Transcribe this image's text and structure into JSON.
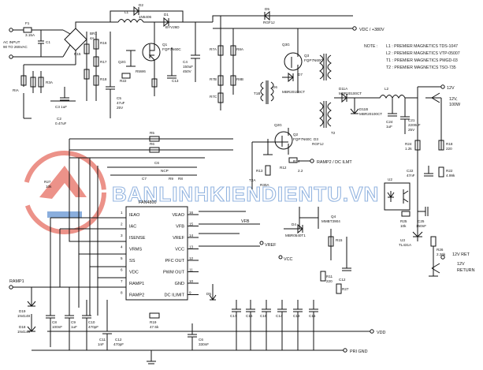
{
  "watermark": {
    "text": "BANLINHKIENDIENTU.VN",
    "color": "#3d79c7",
    "logo_color": "#e04a3b"
  },
  "ic": {
    "name": "FAN4800",
    "left_pins": [
      {
        "num": "1",
        "name": "IEAO"
      },
      {
        "num": "2",
        "name": "IAC"
      },
      {
        "num": "3",
        "name": "ISENSE"
      },
      {
        "num": "4",
        "name": "VRMS"
      },
      {
        "num": "5",
        "name": "SS"
      },
      {
        "num": "6",
        "name": "VDC"
      },
      {
        "num": "7",
        "name": "RAMP1"
      },
      {
        "num": "8",
        "name": "RAMP2"
      }
    ],
    "right_pins": [
      {
        "num": "16",
        "name": "VEAO"
      },
      {
        "num": "15",
        "name": "VFB"
      },
      {
        "num": "14",
        "name": "VREF"
      },
      {
        "num": "13",
        "name": "VCC"
      },
      {
        "num": "12",
        "name": "PFC OUT"
      },
      {
        "num": "11",
        "name": "PWM OUT"
      },
      {
        "num": "10",
        "name": "GND"
      },
      {
        "num": "9",
        "name": "DC ILIMIT"
      }
    ]
  },
  "note": {
    "title": "NOTE :",
    "lines": [
      "L1 : PREMIER MAGNETICS TDS-1047",
      "L2 : PREMIER MAGNETICS VTP-05007",
      "T1 : PREMIER MAGNETICS PMGD-03",
      "T2 : PREMIER MAGNETICS TSO-735"
    ]
  },
  "io": {
    "ac_input": "AC INPUT",
    "ac_range": "90 TO 265VAC",
    "vdc": "VDC / +380V",
    "out_12v": "12V",
    "out_12v_load": "12V,",
    "out_power": "100W",
    "ret_12v": "12V RET",
    "return_label": "12V",
    "return_sub": "RETURN",
    "ramp1": "RAMP1",
    "ramp2_dc": "RAMP2 / DC ILMT",
    "vdd": "VDD",
    "pri_gnd": "PRI GND",
    "vfb": "VFB",
    "vref": "VREF",
    "vcc": "VCC"
  },
  "parts": [
    {
      "ref": "F1",
      "val": "3.15A"
    },
    {
      "ref": "C1",
      "val": "0.68uF"
    },
    {
      "ref": "BR1",
      "val": "4A"
    },
    {
      "ref": "L1",
      "val": ""
    },
    {
      "ref": "D2",
      "val": "1N5406"
    },
    {
      "ref": "D1",
      "val": "BYV26D"
    },
    {
      "ref": "Q1",
      "val": "FQP7N60C"
    },
    {
      "ref": "Q2",
      "val": "FQP7N60C"
    },
    {
      "ref": "Q3",
      "val": "FQP7N60C"
    },
    {
      "ref": "D5",
      "val": "RGF1J"
    },
    {
      "ref": "D6",
      "val": "MBR20100CT"
    },
    {
      "ref": "D11A",
      "val": "MBR20100CT"
    },
    {
      "ref": "D11B",
      "val": "MBR20100CT"
    },
    {
      "ref": "L2",
      "val": ""
    },
    {
      "ref": "C4",
      "val": "150uF"
    },
    {
      "ref": "C24",
      "val": "1uF"
    },
    {
      "ref": "C21",
      "val": "2200uF"
    },
    {
      "ref": "R24",
      "val": "1.2k"
    },
    {
      "ref": "R18",
      "val": "220"
    },
    {
      "ref": "R22",
      "val": "4.99k"
    },
    {
      "ref": "C22",
      "val": "47nF"
    },
    {
      "ref": "U3",
      "val": "TL431A"
    },
    {
      "ref": "R25",
      "val": "10k"
    },
    {
      "ref": "C25",
      "val": "150nF"
    },
    {
      "ref": "R26",
      "val": "2.26k"
    },
    {
      "ref": "T1",
      "val": ""
    },
    {
      "ref": "T2",
      "val": ""
    },
    {
      "ref": "Q4",
      "val": "MMBT3904"
    },
    {
      "ref": "D4",
      "val": "MBR0540T1"
    },
    {
      "ref": "R6",
      "val": "220"
    },
    {
      "ref": "R9",
      "val": "1k"
    },
    {
      "ref": "C7",
      "val": "1nF"
    },
    {
      "ref": "R8",
      "val": "27k"
    },
    {
      "ref": "R5",
      "val": "1M"
    },
    {
      "ref": "C6",
      "val": "1uF"
    },
    {
      "ref": "R19",
      "val": "47.5k"
    },
    {
      "ref": "C17",
      "val": "1uF"
    },
    {
      "ref": "C16",
      "val": "10nF"
    },
    {
      "ref": "C14",
      "val": "10nF"
    },
    {
      "ref": "C15",
      "val": "10uF"
    },
    {
      "ref": "C13",
      "val": "1nF"
    },
    {
      "ref": "R11",
      "val": "220"
    },
    {
      "ref": "R27",
      "val": "1k"
    },
    {
      "ref": "D18",
      "val": "1N4148"
    },
    {
      "ref": "D19",
      "val": "1N4148"
    },
    {
      "ref": "C8",
      "val": "100nF"
    },
    {
      "ref": "C9",
      "val": "1uF"
    },
    {
      "ref": "C10",
      "val": "470pF"
    },
    {
      "ref": "C11",
      "val": "1nF"
    },
    {
      "ref": "C12",
      "val": "470pF"
    },
    {
      "ref": "R4",
      "val": "0.2"
    },
    {
      "ref": "C5",
      "val": "47uF"
    },
    {
      "ref": "C3",
      "val": "1uF"
    },
    {
      "ref": "C2",
      "val": "0.47uF"
    }
  ]
}
